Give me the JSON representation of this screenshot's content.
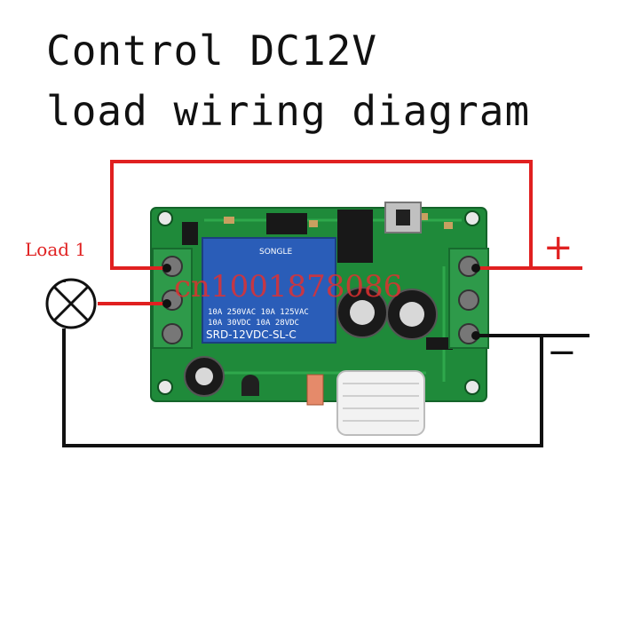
{
  "title": {
    "line1": "Control DC12V",
    "line2": "load wiring diagram"
  },
  "load_label": "Load 1",
  "plus_sign": "+",
  "minus_sign": "−",
  "relay": {
    "brand": "SONGLE",
    "rating_1": "10A 250VAC  10A 125VAC",
    "rating_2": "10A 30VDC   10A 28VDC",
    "model": "SRD-12VDC-SL-C"
  },
  "watermark": "cn1001878086",
  "colors": {
    "wire_positive": "#e02020",
    "wire_negative": "#111111",
    "pcb": "#1f8a3a",
    "terminal": "#2e9a4a",
    "relay": "#2a5db8",
    "capacitor": "#1a1a1a",
    "antenna": "#f2f2f2",
    "watermark": "#e03030"
  },
  "icons": [
    "lamp-icon",
    "relay-icon",
    "capacitor-icon",
    "antenna-icon",
    "button-icon"
  ]
}
